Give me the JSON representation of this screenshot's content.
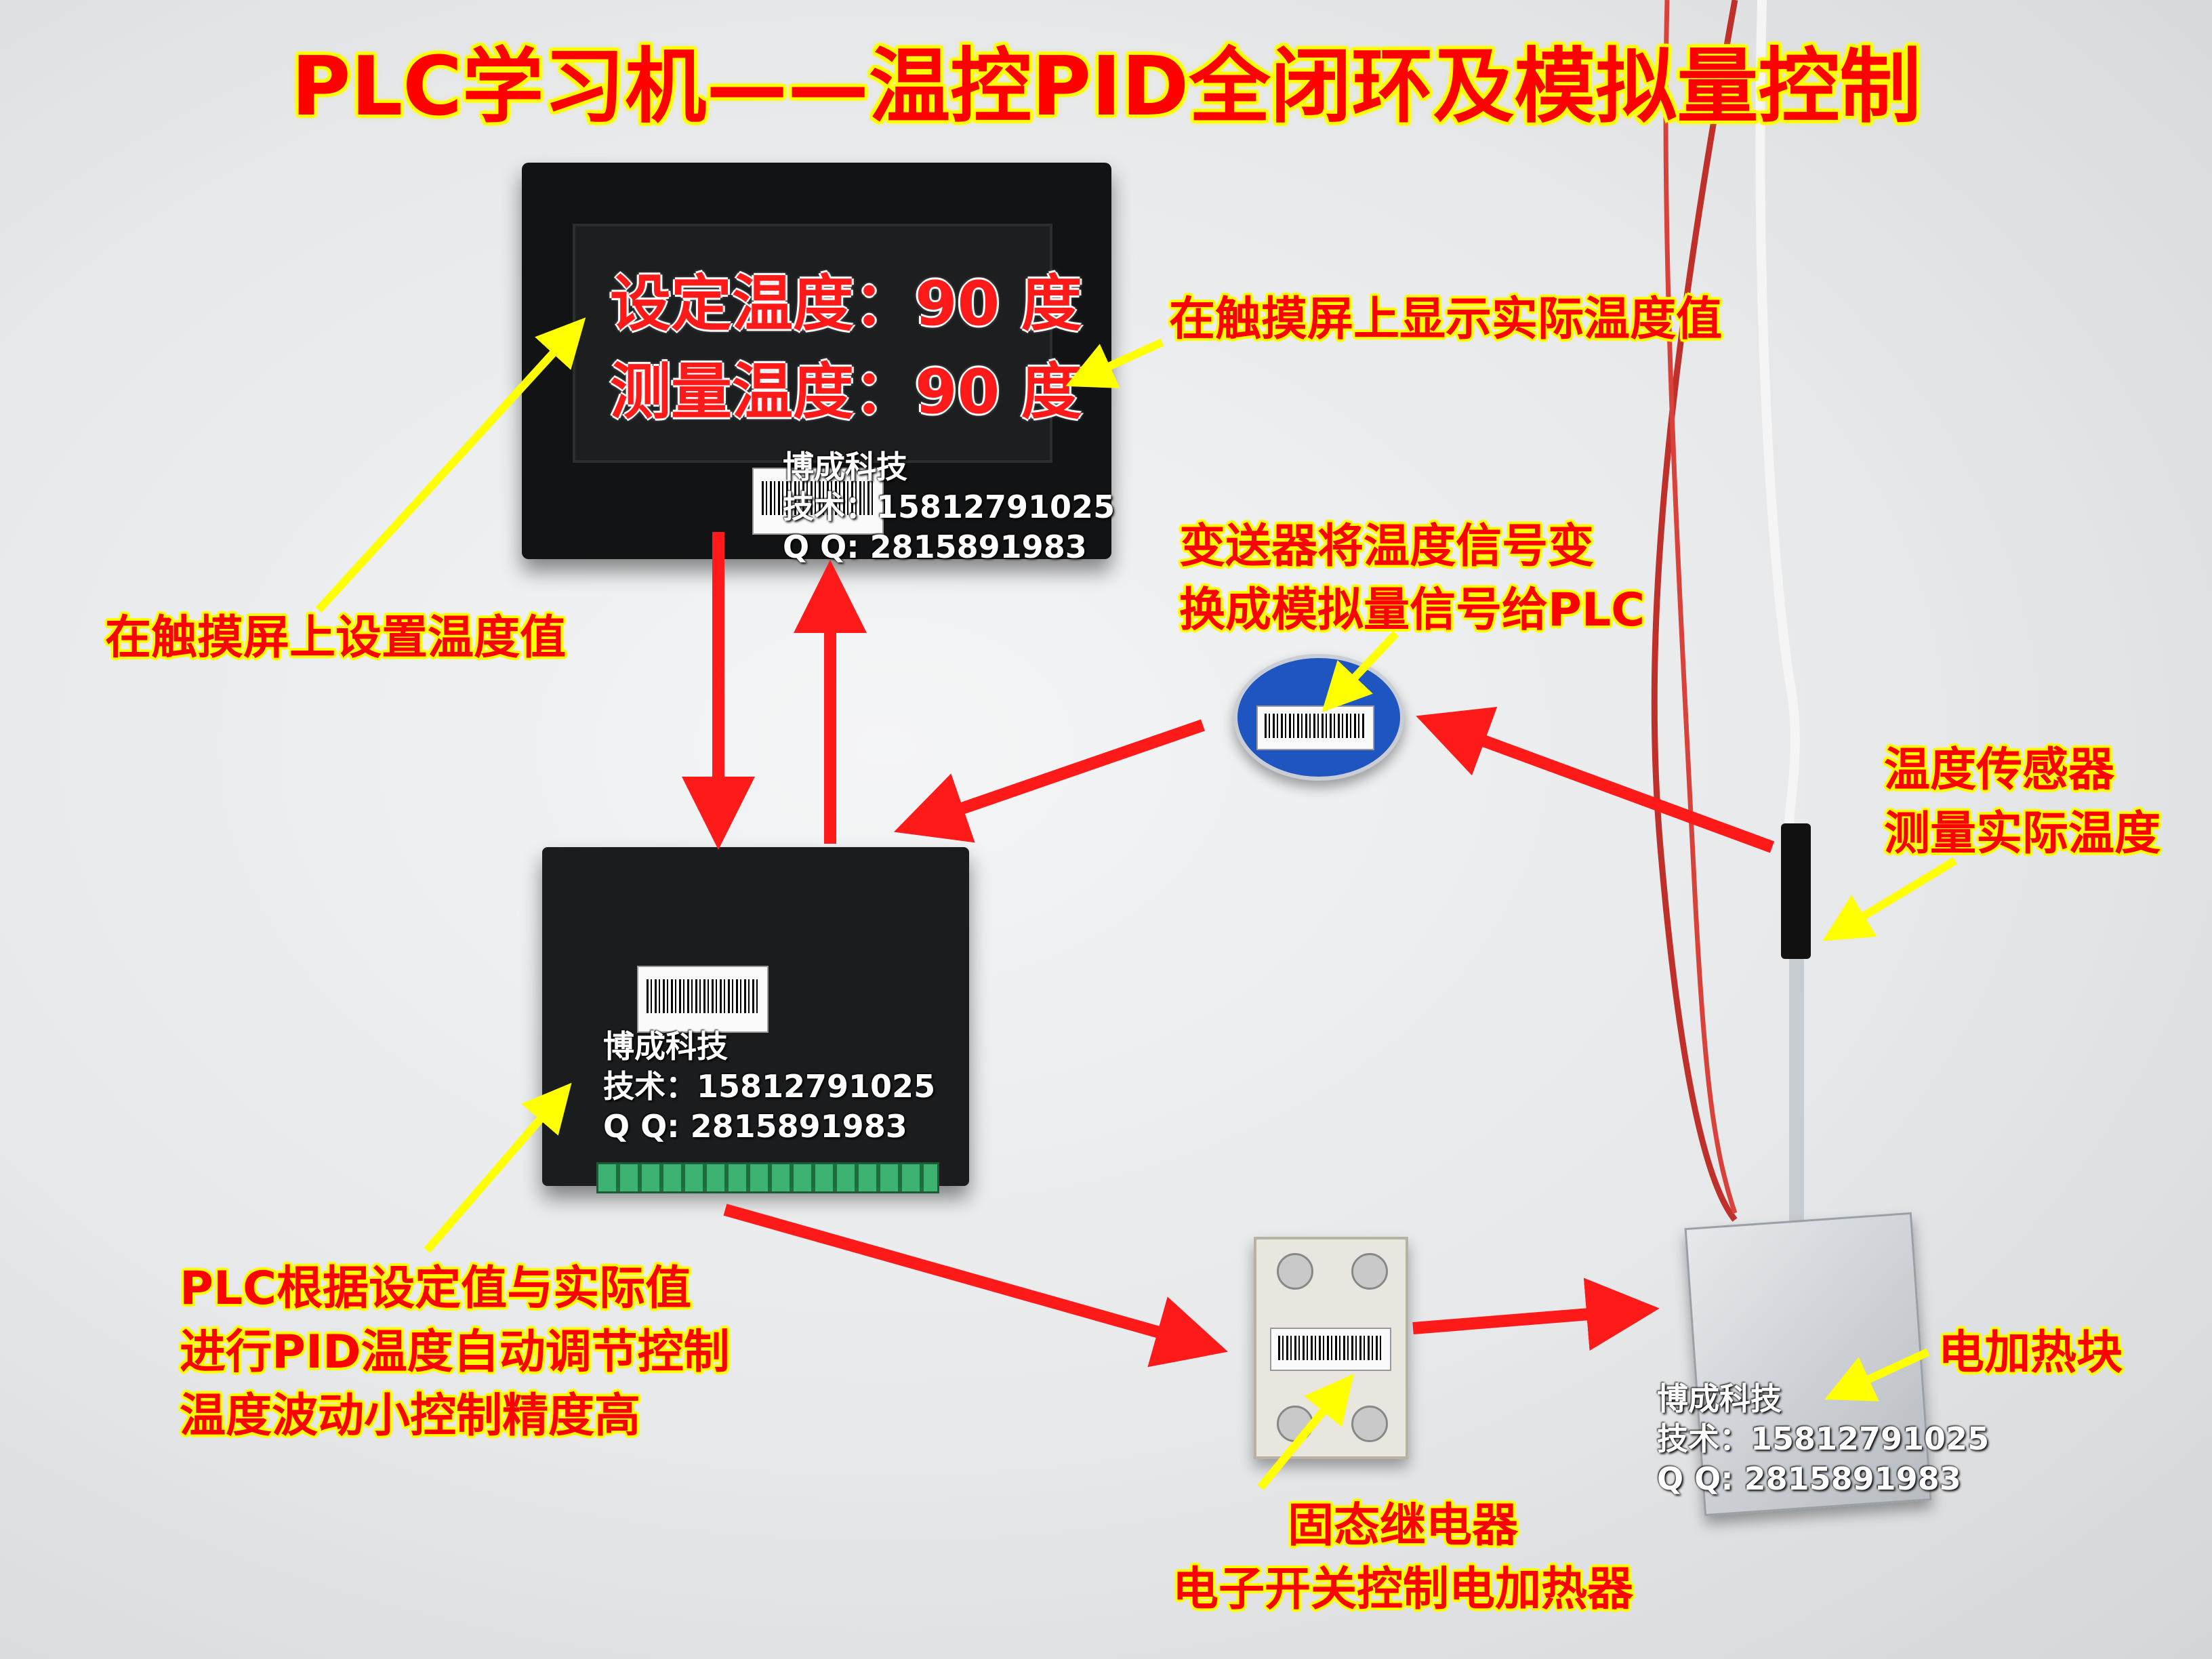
{
  "title": "PLC学习机——温控PID全闭环及模拟量控制",
  "hmi": {
    "set_temp": "设定温度：90 度",
    "measured_temp": "测量温度：90 度",
    "watermark": {
      "company": "博成科技",
      "tech": "技术：15812791025",
      "qq": "Q  Q:  2815891983"
    }
  },
  "plc": {
    "watermark": {
      "company": "博成科技",
      "tech": "技术：15812791025",
      "qq": "Q  Q:  2815891983"
    }
  },
  "heater": {
    "watermark": {
      "company": "博成科技",
      "tech": "技术：15812791025",
      "qq": "Q  Q:  2815891983"
    }
  },
  "labels": {
    "display_actual": "在触摸屏上显示实际温度值",
    "set_on_screen": "在触摸屏上设置温度值",
    "transmitter_line1": "变送器将温度信号变",
    "transmitter_line2": "换成模拟量信号给PLC",
    "sensor_line1": "温度传感器",
    "sensor_line2": "测量实际温度",
    "plc_line1": "PLC根据设定值与实际值",
    "plc_line2": "进行PID温度自动调节控制",
    "plc_line3": "温度波动小控制精度高",
    "heater_label": "电加热块",
    "ssr_line1": "固态继电器",
    "ssr_line2": "电子开关控制电加热器"
  },
  "colors": {
    "label_text": "#ff0000",
    "label_outline": "#ffff00",
    "flow_arrow": "#ff1a1a",
    "callout_arrow": "#ffff00"
  }
}
